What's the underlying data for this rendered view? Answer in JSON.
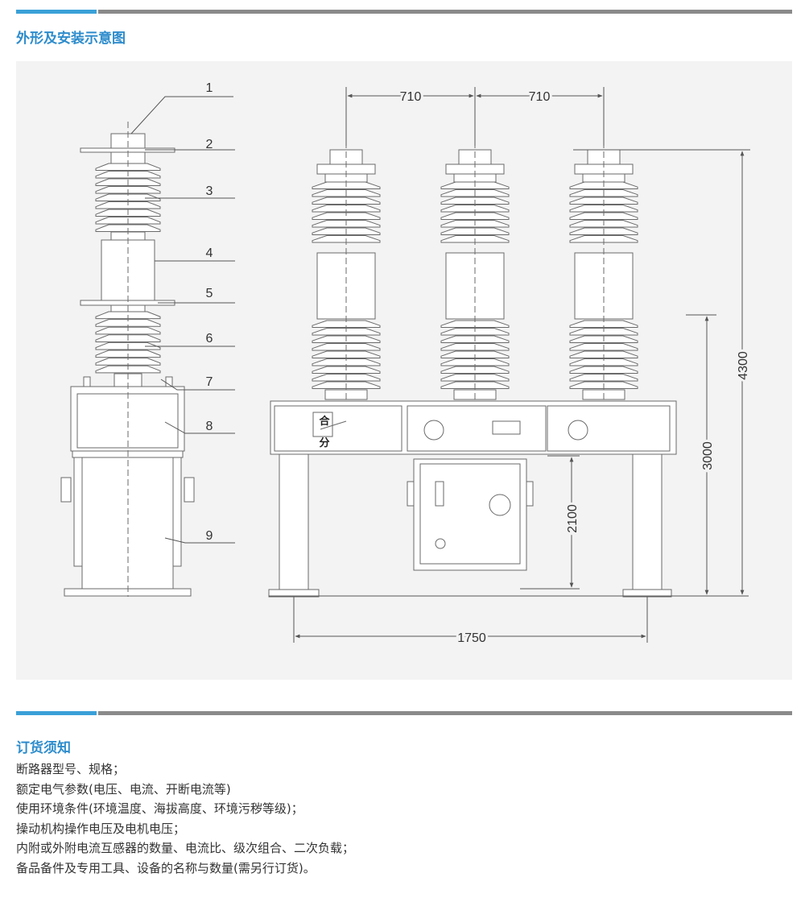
{
  "sections": {
    "outline": {
      "title": "外形及安装示意图"
    },
    "ordering": {
      "title": "订货须知"
    }
  },
  "callouts": [
    "1",
    "2",
    "3",
    "4",
    "5",
    "6",
    "7",
    "8",
    "9"
  ],
  "dimensions": {
    "phase_spacing_left": "710",
    "phase_spacing_right": "710",
    "total_height": "4300",
    "base_height": "3000",
    "mechanism_height": "2100",
    "leg_span": "1750"
  },
  "indicator": {
    "close": "合",
    "open": "分"
  },
  "ordering_notes": [
    "断路器型号、规格；",
    "额定电气参数(电压、电流、开断电流等)",
    "使用环境条件(环境温度、海拔高度、环境污秽等级)；",
    "操动机构操作电压及电机电压；",
    "内附或外附电流互感器的数量、电流比、级次组合、二次负载；",
    "备品备件及专用工具、设备的名称与数量(需另行订货)。"
  ],
  "colors": {
    "accent": "#3aa0d8",
    "divider": "#8a8a8a",
    "title": "#2d8ccc",
    "panel": "#f3f3f3"
  }
}
